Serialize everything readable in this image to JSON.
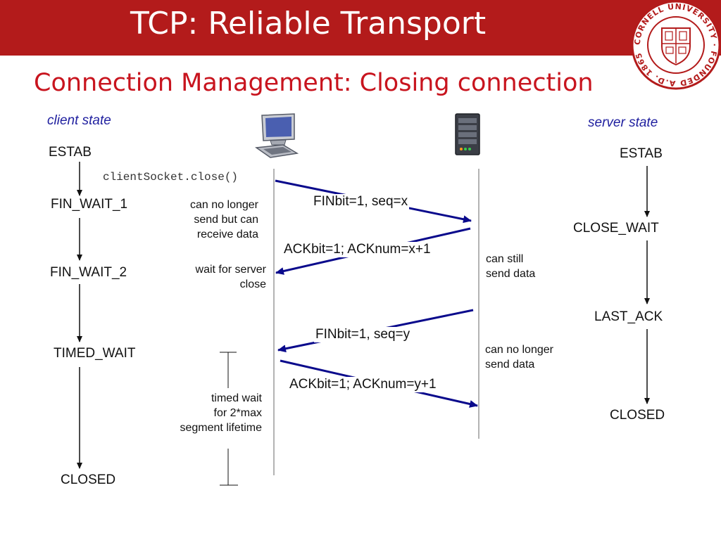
{
  "slide": {
    "title": "TCP: Reliable Transport",
    "subtitle": "Connection Management: Closing connection"
  },
  "logo": {
    "arc_text": "CORNELL UNIVERSITY · FOUNDED A.D. 1865",
    "color": "#B31B1B"
  },
  "headers": {
    "client": "client state",
    "server": "server state"
  },
  "client_states": {
    "estab": "ESTAB",
    "fin_wait_1": "FIN_WAIT_1",
    "fin_wait_2": "FIN_WAIT_2",
    "timed_wait": "TIMED_WAIT",
    "closed": "CLOSED"
  },
  "server_states": {
    "estab": "ESTAB",
    "close_wait": "CLOSE_WAIT",
    "last_ack": "LAST_ACK",
    "closed": "CLOSED"
  },
  "code": {
    "client_close": "clientSocket.close()"
  },
  "messages": {
    "fin_x": "FINbit=1, seq=x",
    "ack_x1": "ACKbit=1; ACKnum=x+1",
    "fin_y": "FINbit=1, seq=y",
    "ack_y1": "ACKbit=1; ACKnum=y+1"
  },
  "notes": {
    "no_longer_send_1": "can no longer",
    "no_longer_send_2": "send but can",
    "no_longer_send_3": "receive data",
    "wait_server_1": "wait for server",
    "wait_server_2": "close",
    "still_send_1": "can still",
    "still_send_2": "send data",
    "no_longer_server_1": "can no longer",
    "no_longer_server_2": "send data",
    "timed_wait_1": "timed wait",
    "timed_wait_2": "for 2*max",
    "timed_wait_3": "segment lifetime"
  },
  "colors": {
    "banner": "#B31B1B",
    "subtitle": "#C8141E",
    "header": "#1F1F9F",
    "message_arrow": "#0A0A8C"
  }
}
